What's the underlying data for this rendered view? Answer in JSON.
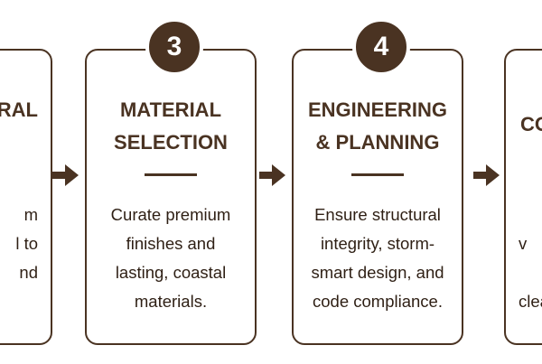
{
  "colors": {
    "brown": "#4a3322",
    "text": "#2e1f14",
    "background": "#ffffff"
  },
  "steps": [
    {
      "number": "",
      "title": "URAL",
      "description": "m\nl to\nnd"
    },
    {
      "number": "3",
      "title": "MATERIAL\nSELECTION",
      "description": "Curate premium\nfinishes and\nlasting, coastal\nmaterials."
    },
    {
      "number": "4",
      "title": "ENGINEERING\n& PLANNING",
      "description": "Ensure structural\nintegrity, storm-\nsmart design, and\ncode compliance."
    },
    {
      "number": "",
      "title": "CO",
      "description": "\nv\n\nclea"
    }
  ],
  "icons": {
    "arrow": "arrow-right-icon"
  }
}
